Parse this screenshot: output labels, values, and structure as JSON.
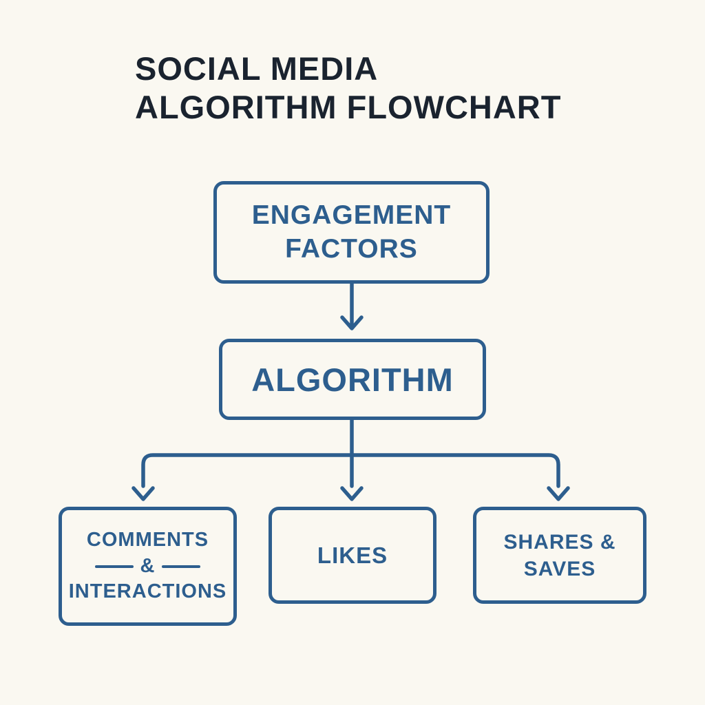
{
  "title": {
    "line1": "SOCIAL MEDIA",
    "line2": "ALGORITHM FLOWCHART"
  },
  "nodes": {
    "engagement": {
      "label": "ENGAGEMENT FACTORS"
    },
    "algorithm": {
      "label": "ALGORITHM"
    },
    "comments": {
      "line1": "COMMENTS",
      "line2": "&",
      "line3": "INTERACTIONS"
    },
    "likes": {
      "label": "LIKES"
    },
    "shares": {
      "label": "SHARES & SAVES"
    }
  },
  "colors": {
    "background": "#faf8f1",
    "accent": "#2d5e8e",
    "title_text": "#1a232f"
  }
}
